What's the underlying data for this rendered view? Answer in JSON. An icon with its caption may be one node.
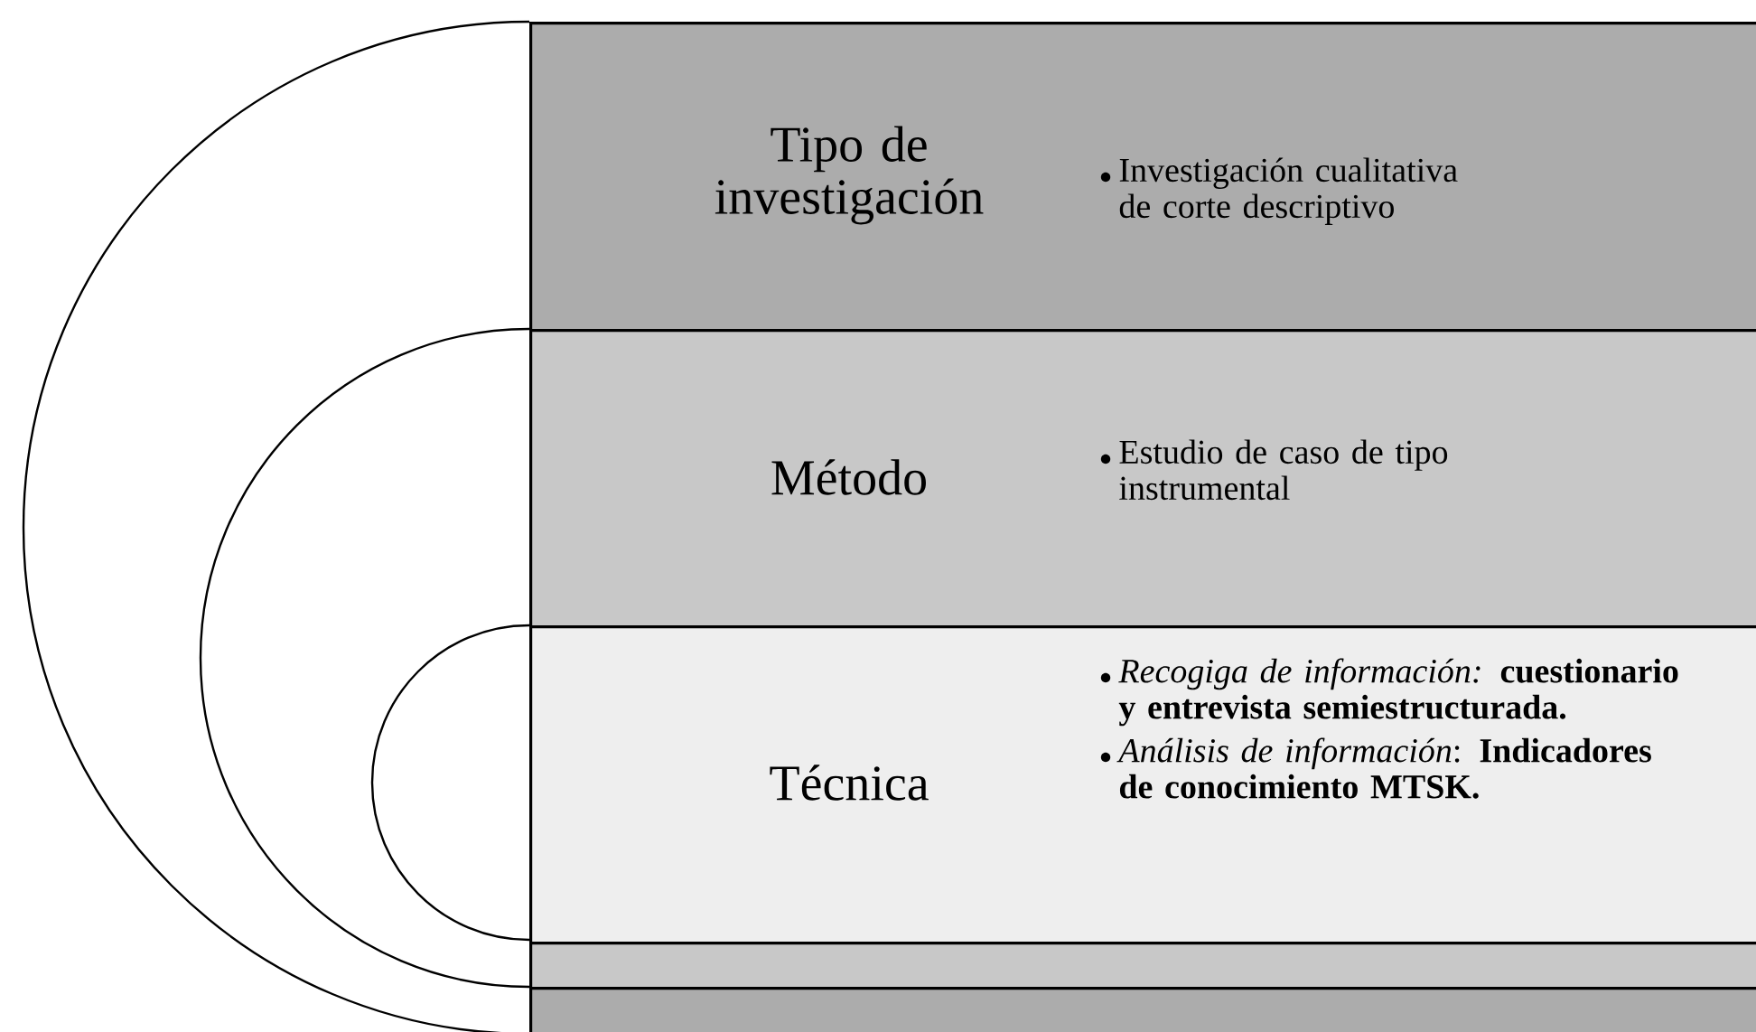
{
  "diagram": {
    "nodes": [
      {
        "text": [
          "Tipo de investigación",
          "Investigación cualitativa de corte descriptivo"
        ]
      },
      {
        "text": [
          "Método",
          "Estudio de caso de tipo instrumental"
        ],
        "in": 0
      },
      {
        "text": [
          "Técnica",
          "*Recogiga de información:* **cuestionario y entrevista semiestructurada.**",
          "*Análisis de información*: **Indicadores de conocimiento MTSK.**"
        ],
        "in": 1
      }
    ]
  }
}
